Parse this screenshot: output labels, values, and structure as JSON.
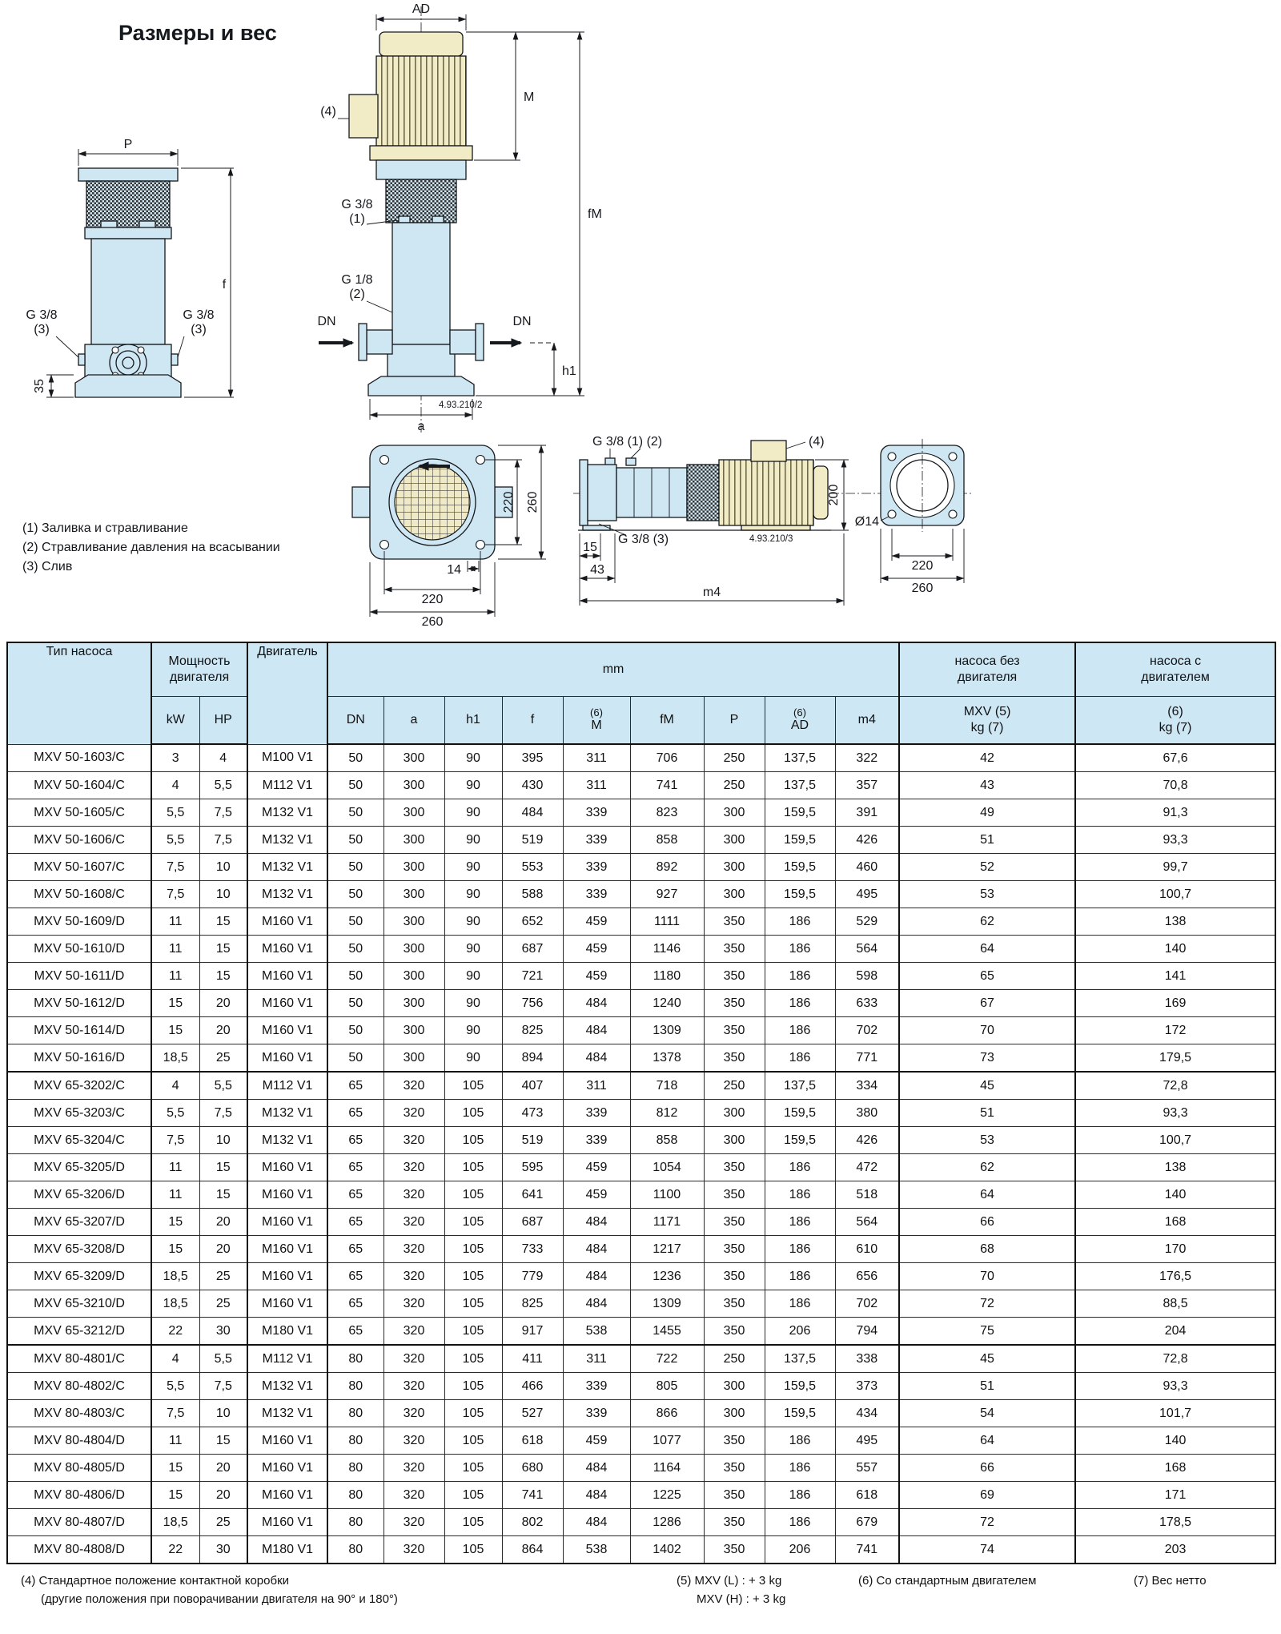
{
  "page": {
    "title": "Размеры и вес"
  },
  "drawing": {
    "labels": {
      "p": "P",
      "f": "f",
      "v35": "35",
      "ad": "AD",
      "m": "M",
      "fm": "fM",
      "h1": "h1",
      "a": "a",
      "dn": "DN",
      "g38": "G 3/8",
      "g18": "G 1/8",
      "n1": "(1)",
      "n2": "(2)",
      "n3": "(3)",
      "n4": "(4)",
      "code2": "4.93.210/2",
      "code3": "4.93.210/3",
      "v220": "220",
      "v260": "260",
      "v14": "14",
      "v200": "200",
      "v15": "15",
      "v43": "43",
      "m4": "m4",
      "dia14": "Ø14",
      "g38_12": "G 3/8 (1) (2)",
      "g38_3": "G 3/8 (3)"
    },
    "legend": [
      "(1) Заливка и стравливание",
      "(2) Стравливание давления на всасывании",
      "(3) Слив"
    ]
  },
  "table": {
    "headers": {
      "pump_type": "Тип насоса",
      "power": "Мощность\nдвигателя",
      "motor": "Двигатель",
      "mm": "mm",
      "kw": "kW",
      "hp": "HP",
      "cols": [
        "DN",
        "a",
        "h1",
        "f",
        "M",
        "fM",
        "P",
        "AD",
        "m4"
      ],
      "sup6": "(6)",
      "without_motor": "насоса без\nдвигателя",
      "with_motor": "насоса с\nдвигателем",
      "without_motor_sub": "MXV (5)\nkg (7)",
      "with_motor_sub": "(6)\nkg (7)"
    },
    "col_keys": [
      "type",
      "kw",
      "hp",
      "motor",
      "dn",
      "a",
      "h1",
      "f",
      "m",
      "fm",
      "p",
      "ad",
      "m4",
      "kg-pump",
      "kg-with-motor"
    ],
    "groups": [
      {
        "rows": [
          [
            "MXV 50-1603/C",
            "3",
            "4",
            "M100 V1",
            "50",
            "300",
            "90",
            "395",
            "311",
            "706",
            "250",
            "137,5",
            "322",
            "42",
            "67,6"
          ],
          [
            "MXV 50-1604/C",
            "4",
            "5,5",
            "M112 V1",
            "50",
            "300",
            "90",
            "430",
            "311",
            "741",
            "250",
            "137,5",
            "357",
            "43",
            "70,8"
          ],
          [
            "MXV 50-1605/C",
            "5,5",
            "7,5",
            "M132 V1",
            "50",
            "300",
            "90",
            "484",
            "339",
            "823",
            "300",
            "159,5",
            "391",
            "49",
            "91,3"
          ],
          [
            "MXV 50-1606/C",
            "5,5",
            "7,5",
            "M132 V1",
            "50",
            "300",
            "90",
            "519",
            "339",
            "858",
            "300",
            "159,5",
            "426",
            "51",
            "93,3"
          ],
          [
            "MXV 50-1607/C",
            "7,5",
            "10",
            "M132 V1",
            "50",
            "300",
            "90",
            "553",
            "339",
            "892",
            "300",
            "159,5",
            "460",
            "52",
            "99,7"
          ],
          [
            "MXV 50-1608/C",
            "7,5",
            "10",
            "M132 V1",
            "50",
            "300",
            "90",
            "588",
            "339",
            "927",
            "300",
            "159,5",
            "495",
            "53",
            "100,7"
          ],
          [
            "MXV 50-1609/D",
            "11",
            "15",
            "M160 V1",
            "50",
            "300",
            "90",
            "652",
            "459",
            "1111",
            "350",
            "186",
            "529",
            "62",
            "138"
          ],
          [
            "MXV 50-1610/D",
            "11",
            "15",
            "M160 V1",
            "50",
            "300",
            "90",
            "687",
            "459",
            "1146",
            "350",
            "186",
            "564",
            "64",
            "140"
          ],
          [
            "MXV 50-1611/D",
            "11",
            "15",
            "M160 V1",
            "50",
            "300",
            "90",
            "721",
            "459",
            "1180",
            "350",
            "186",
            "598",
            "65",
            "141"
          ],
          [
            "MXV 50-1612/D",
            "15",
            "20",
            "M160 V1",
            "50",
            "300",
            "90",
            "756",
            "484",
            "1240",
            "350",
            "186",
            "633",
            "67",
            "169"
          ],
          [
            "MXV 50-1614/D",
            "15",
            "20",
            "M160 V1",
            "50",
            "300",
            "90",
            "825",
            "484",
            "1309",
            "350",
            "186",
            "702",
            "70",
            "172"
          ],
          [
            "MXV 50-1616/D",
            "18,5",
            "25",
            "M160 V1",
            "50",
            "300",
            "90",
            "894",
            "484",
            "1378",
            "350",
            "186",
            "771",
            "73",
            "179,5"
          ]
        ]
      },
      {
        "rows": [
          [
            "MXV 65-3202/C",
            "4",
            "5,5",
            "M112 V1",
            "65",
            "320",
            "105",
            "407",
            "311",
            "718",
            "250",
            "137,5",
            "334",
            "45",
            "72,8"
          ],
          [
            "MXV 65-3203/C",
            "5,5",
            "7,5",
            "M132 V1",
            "65",
            "320",
            "105",
            "473",
            "339",
            "812",
            "300",
            "159,5",
            "380",
            "51",
            "93,3"
          ],
          [
            "MXV 65-3204/C",
            "7,5",
            "10",
            "M132 V1",
            "65",
            "320",
            "105",
            "519",
            "339",
            "858",
            "300",
            "159,5",
            "426",
            "53",
            "100,7"
          ],
          [
            "MXV 65-3205/D",
            "11",
            "15",
            "M160 V1",
            "65",
            "320",
            "105",
            "595",
            "459",
            "1054",
            "350",
            "186",
            "472",
            "62",
            "138"
          ],
          [
            "MXV 65-3206/D",
            "11",
            "15",
            "M160 V1",
            "65",
            "320",
            "105",
            "641",
            "459",
            "1100",
            "350",
            "186",
            "518",
            "64",
            "140"
          ],
          [
            "MXV 65-3207/D",
            "15",
            "20",
            "M160 V1",
            "65",
            "320",
            "105",
            "687",
            "484",
            "1171",
            "350",
            "186",
            "564",
            "66",
            "168"
          ],
          [
            "MXV 65-3208/D",
            "15",
            "20",
            "M160 V1",
            "65",
            "320",
            "105",
            "733",
            "484",
            "1217",
            "350",
            "186",
            "610",
            "68",
            "170"
          ],
          [
            "MXV 65-3209/D",
            "18,5",
            "25",
            "M160 V1",
            "65",
            "320",
            "105",
            "779",
            "484",
            "1236",
            "350",
            "186",
            "656",
            "70",
            "176,5"
          ],
          [
            "MXV 65-3210/D",
            "18,5",
            "25",
            "M160 V1",
            "65",
            "320",
            "105",
            "825",
            "484",
            "1309",
            "350",
            "186",
            "702",
            "72",
            "88,5"
          ],
          [
            "MXV 65-3212/D",
            "22",
            "30",
            "M180 V1",
            "65",
            "320",
            "105",
            "917",
            "538",
            "1455",
            "350",
            "206",
            "794",
            "75",
            "204"
          ]
        ]
      },
      {
        "rows": [
          [
            "MXV 80-4801/C",
            "4",
            "5,5",
            "M112 V1",
            "80",
            "320",
            "105",
            "411",
            "311",
            "722",
            "250",
            "137,5",
            "338",
            "45",
            "72,8"
          ],
          [
            "MXV 80-4802/C",
            "5,5",
            "7,5",
            "M132 V1",
            "80",
            "320",
            "105",
            "466",
            "339",
            "805",
            "300",
            "159,5",
            "373",
            "51",
            "93,3"
          ],
          [
            "MXV 80-4803/C",
            "7,5",
            "10",
            "M132 V1",
            "80",
            "320",
            "105",
            "527",
            "339",
            "866",
            "300",
            "159,5",
            "434",
            "54",
            "101,7"
          ],
          [
            "MXV 80-4804/D",
            "11",
            "15",
            "M160 V1",
            "80",
            "320",
            "105",
            "618",
            "459",
            "1077",
            "350",
            "186",
            "495",
            "64",
            "140"
          ],
          [
            "MXV 80-4805/D",
            "15",
            "20",
            "M160 V1",
            "80",
            "320",
            "105",
            "680",
            "484",
            "1164",
            "350",
            "186",
            "557",
            "66",
            "168"
          ],
          [
            "MXV 80-4806/D",
            "15",
            "20",
            "M160 V1",
            "80",
            "320",
            "105",
            "741",
            "484",
            "1225",
            "350",
            "186",
            "618",
            "69",
            "171"
          ],
          [
            "MXV 80-4807/D",
            "18,5",
            "25",
            "M160 V1",
            "80",
            "320",
            "105",
            "802",
            "484",
            "1286",
            "350",
            "186",
            "679",
            "72",
            "178,5"
          ],
          [
            "MXV 80-4808/D",
            "22",
            "30",
            "M180 V1",
            "80",
            "320",
            "105",
            "864",
            "538",
            "1402",
            "350",
            "206",
            "741",
            "74",
            "203"
          ]
        ]
      }
    ]
  },
  "footnotes": {
    "n4": "(4) Стандартное положение контактной коробки\n      (другие положения при поворачивании двигателя на 90° и 180°)",
    "n5": "(5) MXV (L) : + 3 kg\n      MXV (H) : + 3 kg",
    "n6": "(6) Со стандартным двигателем",
    "n7": "(7) Вес нетто"
  }
}
